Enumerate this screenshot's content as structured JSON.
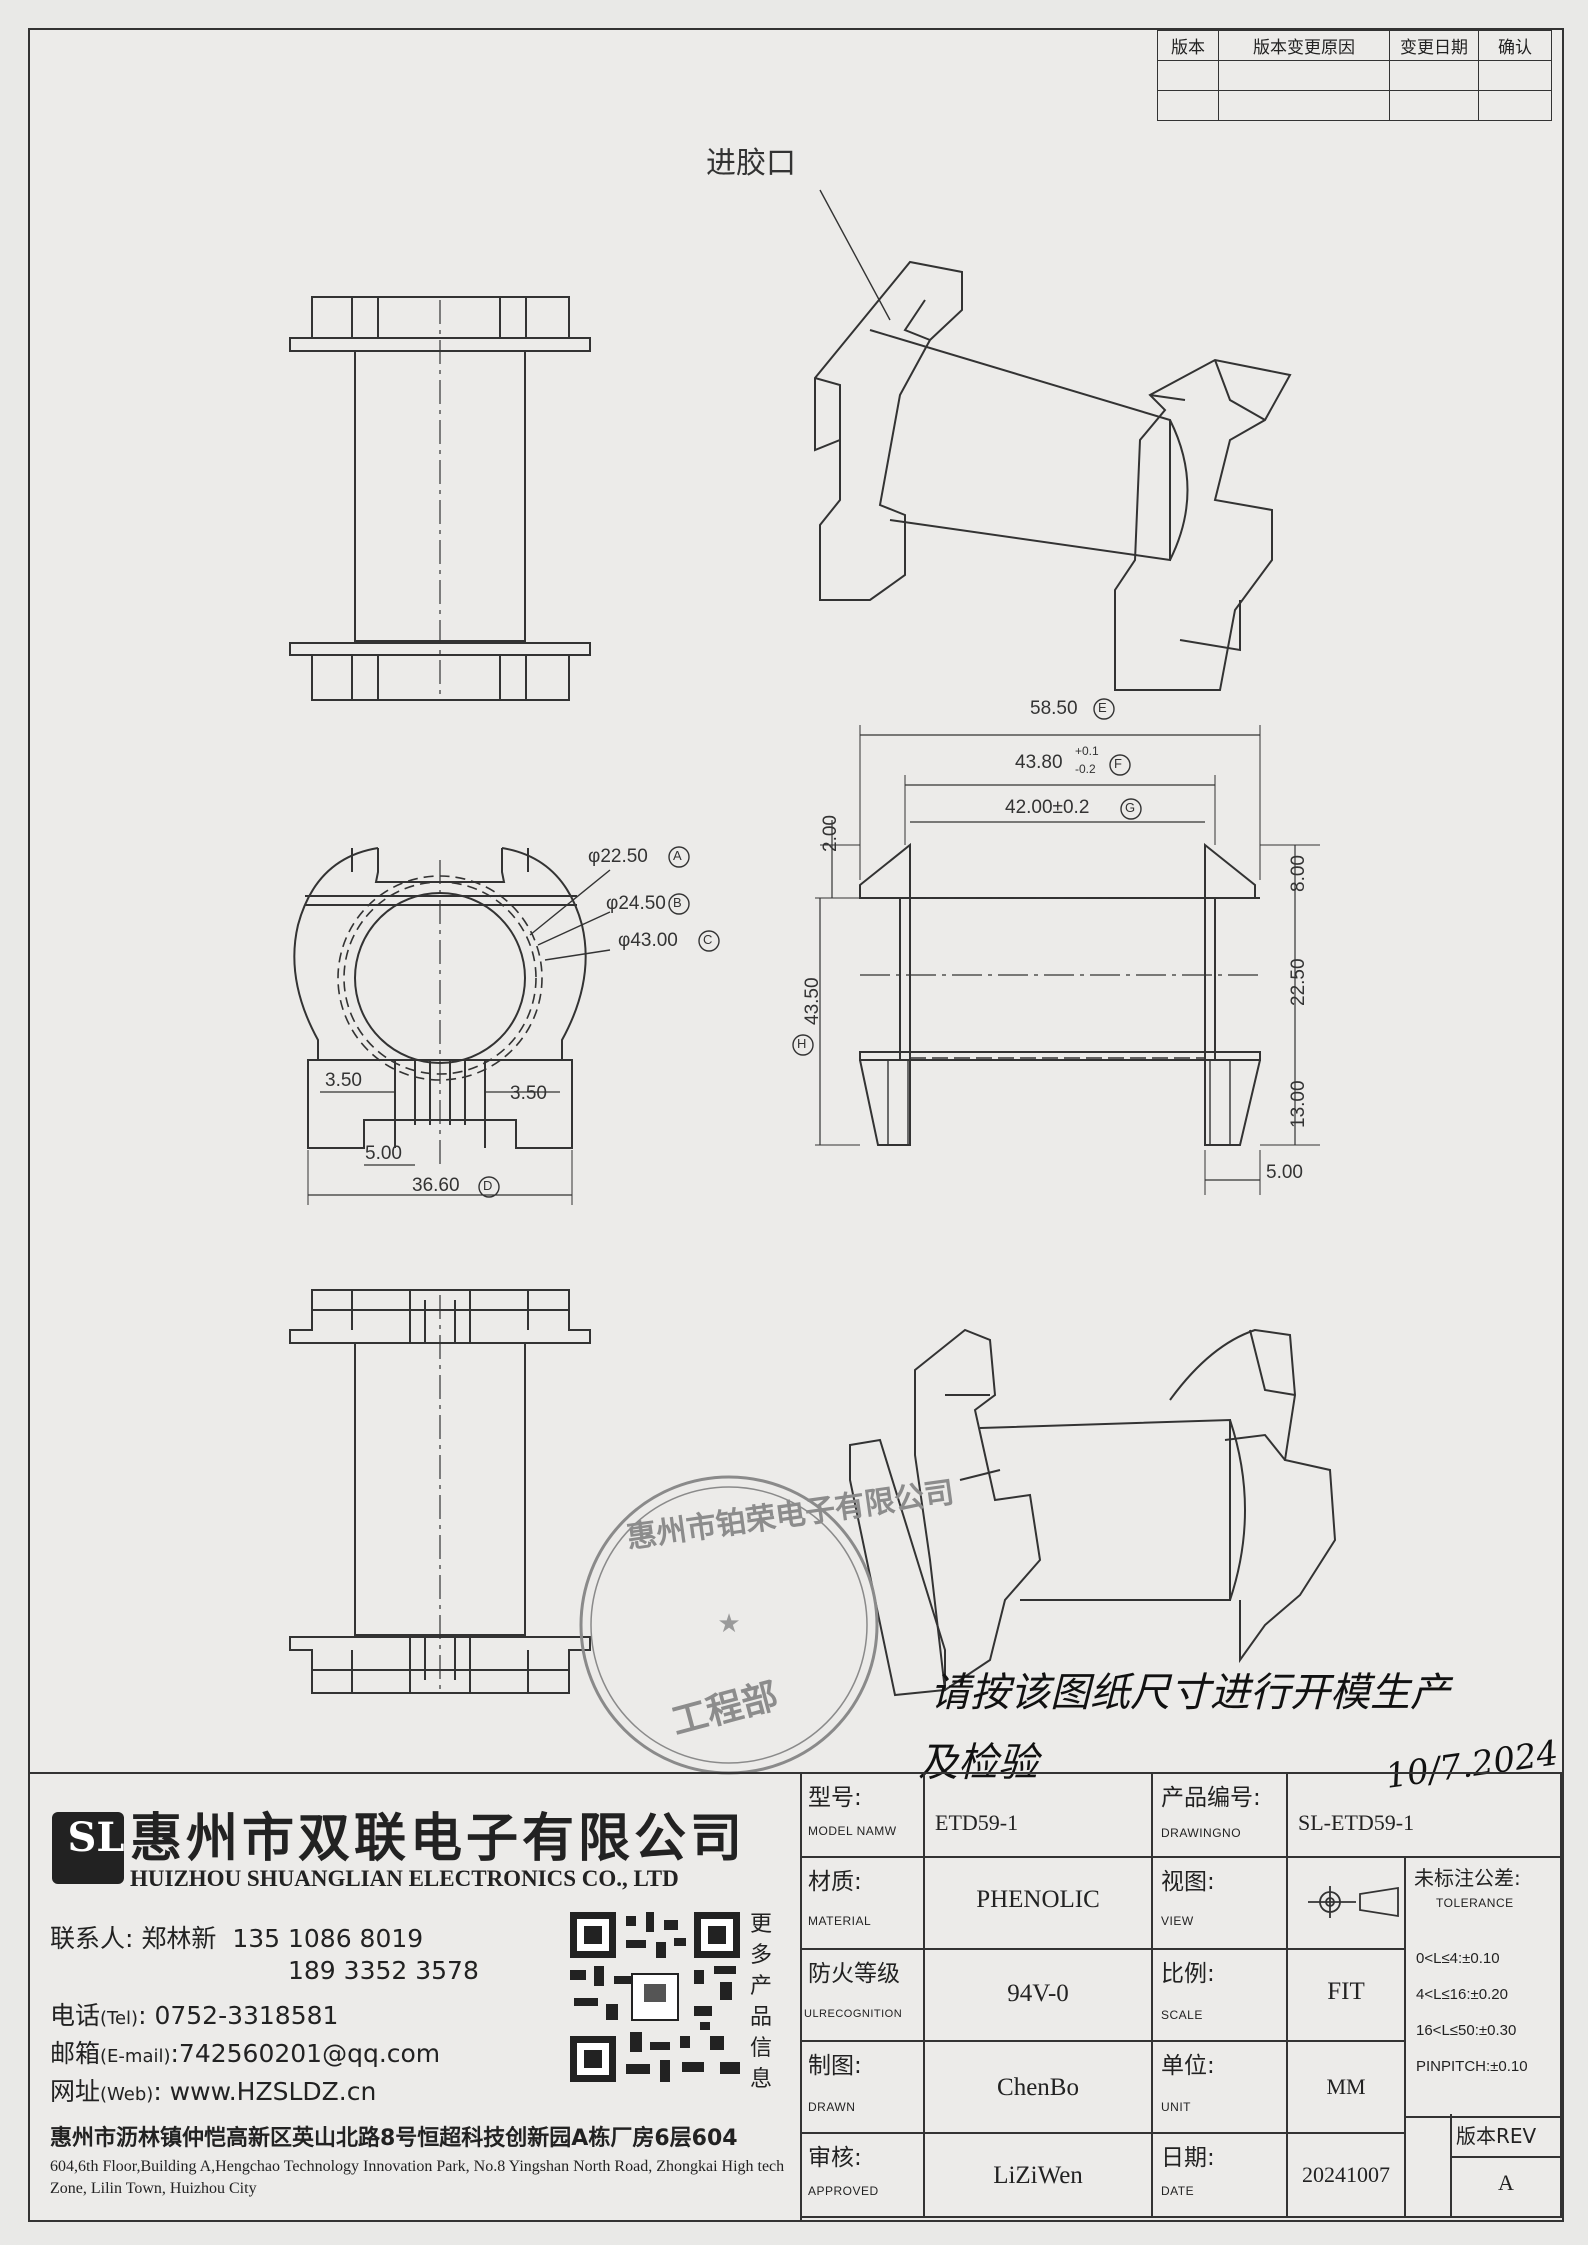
{
  "revision_table": {
    "headers": [
      "版本",
      "版本变更原因",
      "变更日期",
      "确认"
    ]
  },
  "drawing": {
    "gate_label": "进胶口",
    "dims": {
      "phi_a": "φ22.50",
      "phi_b": "φ24.50",
      "phi_c": "φ43.00",
      "left_gap": "3.50",
      "right_gap": "3.50",
      "slot": "5.00",
      "width_d": "36.60",
      "len_e": "58.50",
      "len_f": "43.80",
      "tol_f_upper": "+0.1",
      "tol_f_lower": "-0.2",
      "len_g": "42.00±0.2",
      "top_flange": "2.00",
      "right_top": "8.00",
      "core": "22.50",
      "height_h": "43.50",
      "pin_len": "13.00",
      "pin_w": "5.00"
    },
    "circle_marks": {
      "a": "A",
      "b": "B",
      "c": "C",
      "d": "D",
      "e": "E",
      "f": "F",
      "g": "G",
      "h": "H"
    }
  },
  "stamp": {
    "company": "惠州市铂荣电子有限公司",
    "dept": "工程部"
  },
  "handwritten": {
    "line1": "请按该图纸尺寸进行开模生产",
    "line2": "及检验",
    "date": "10/7.2024"
  },
  "company": {
    "logo_letters": "SL",
    "name_cn": "惠州市双联电子有限公司",
    "name_en": "HUIZHOU SHUANGLIAN ELECTRONICS CO., LTD",
    "contact_label": "联系人:",
    "contact_name": "郑林新",
    "phone1": "135 1086 8019",
    "phone2": "189 3352 3578",
    "tel_label": "电话",
    "tel_tag": "(Tel)",
    "tel": ": 0752-3318581",
    "mail_label": "邮箱",
    "mail_tag": "(E-mail)",
    "mail": ":742560201@qq.com",
    "web_label": "网址",
    "web_tag": "(Web)",
    "web": ": www.HZSLDZ.cn",
    "more_info": "更多产品信息",
    "address_cn": "惠州市沥林镇仲恺高新区英山北路8号恒超科技创新园A栋厂房6层604",
    "address_en": "604,6th Floor,Building A,Hengchao Technology Innovation Park, No.8 Yingshan North Road, Zhongkai High tech Zone, Lilin Town, Huizhou City"
  },
  "title_block": {
    "model_label": "型号:",
    "model_sub": "MODEL NAMW",
    "model": "ETD59-1",
    "drawing_no_label": "产品编号:",
    "drawing_no_sub": "DRAWINGNO",
    "drawing_no": "SL-ETD59-1",
    "material_label": "材质:",
    "material_sub": "MATERIAL",
    "material": "PHENOLIC",
    "view_label": "视图:",
    "view_sub": "VIEW",
    "tolerance_label": "未标注公差:",
    "tolerance_sub": "TOLERANCE",
    "tolerances": [
      "0<L≤4:±0.10",
      "4<L≤16:±0.20",
      "16<L≤50:±0.30",
      "PINPITCH:±0.10"
    ],
    "fire_label": "防火等级",
    "fire_sub": "ULRECOGNITION",
    "fire": "94V-0",
    "scale_label": "比例:",
    "scale_sub": "SCALE",
    "scale": "FIT",
    "drawn_label": "制图:",
    "drawn_sub": "DRAWN",
    "drawn": "ChenBo",
    "unit_label": "单位:",
    "unit_sub": "UNIT",
    "unit": "MM",
    "approved_label": "审核:",
    "approved_sub": "APPROVED",
    "approved": "LiZiWen",
    "date_label": "日期:",
    "date_sub": "DATE",
    "date": "20241007",
    "rev_label": "版本REV",
    "rev": "A"
  }
}
